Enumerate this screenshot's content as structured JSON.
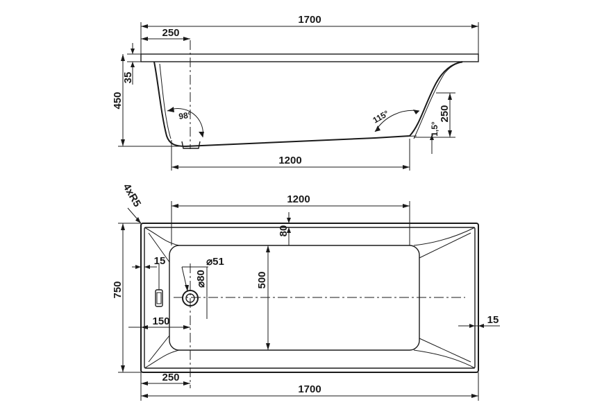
{
  "side_view": {
    "overall_length": "1700",
    "rim_offset": "250",
    "rim_thickness": "35",
    "total_height": "450",
    "back_angle": "98°",
    "foot_angle": "115°",
    "slope_height": "250",
    "floor_slope": "1,5°",
    "floor_length": "1200"
  },
  "plan_view": {
    "corner_radius": "4xR5",
    "floor_length": "1200",
    "rim_width": "80",
    "wall_offset_left": "15",
    "outlet_diameter": "⌀51",
    "outlet_ring_diameter": "⌀80",
    "floor_width": "500",
    "overall_width": "750",
    "outlet_position": "150",
    "wall_offset_right": "15",
    "outlet_offset": "250",
    "overall_length": "1700"
  },
  "colors": {
    "line": "#1a1a1a",
    "background": "#ffffff"
  }
}
